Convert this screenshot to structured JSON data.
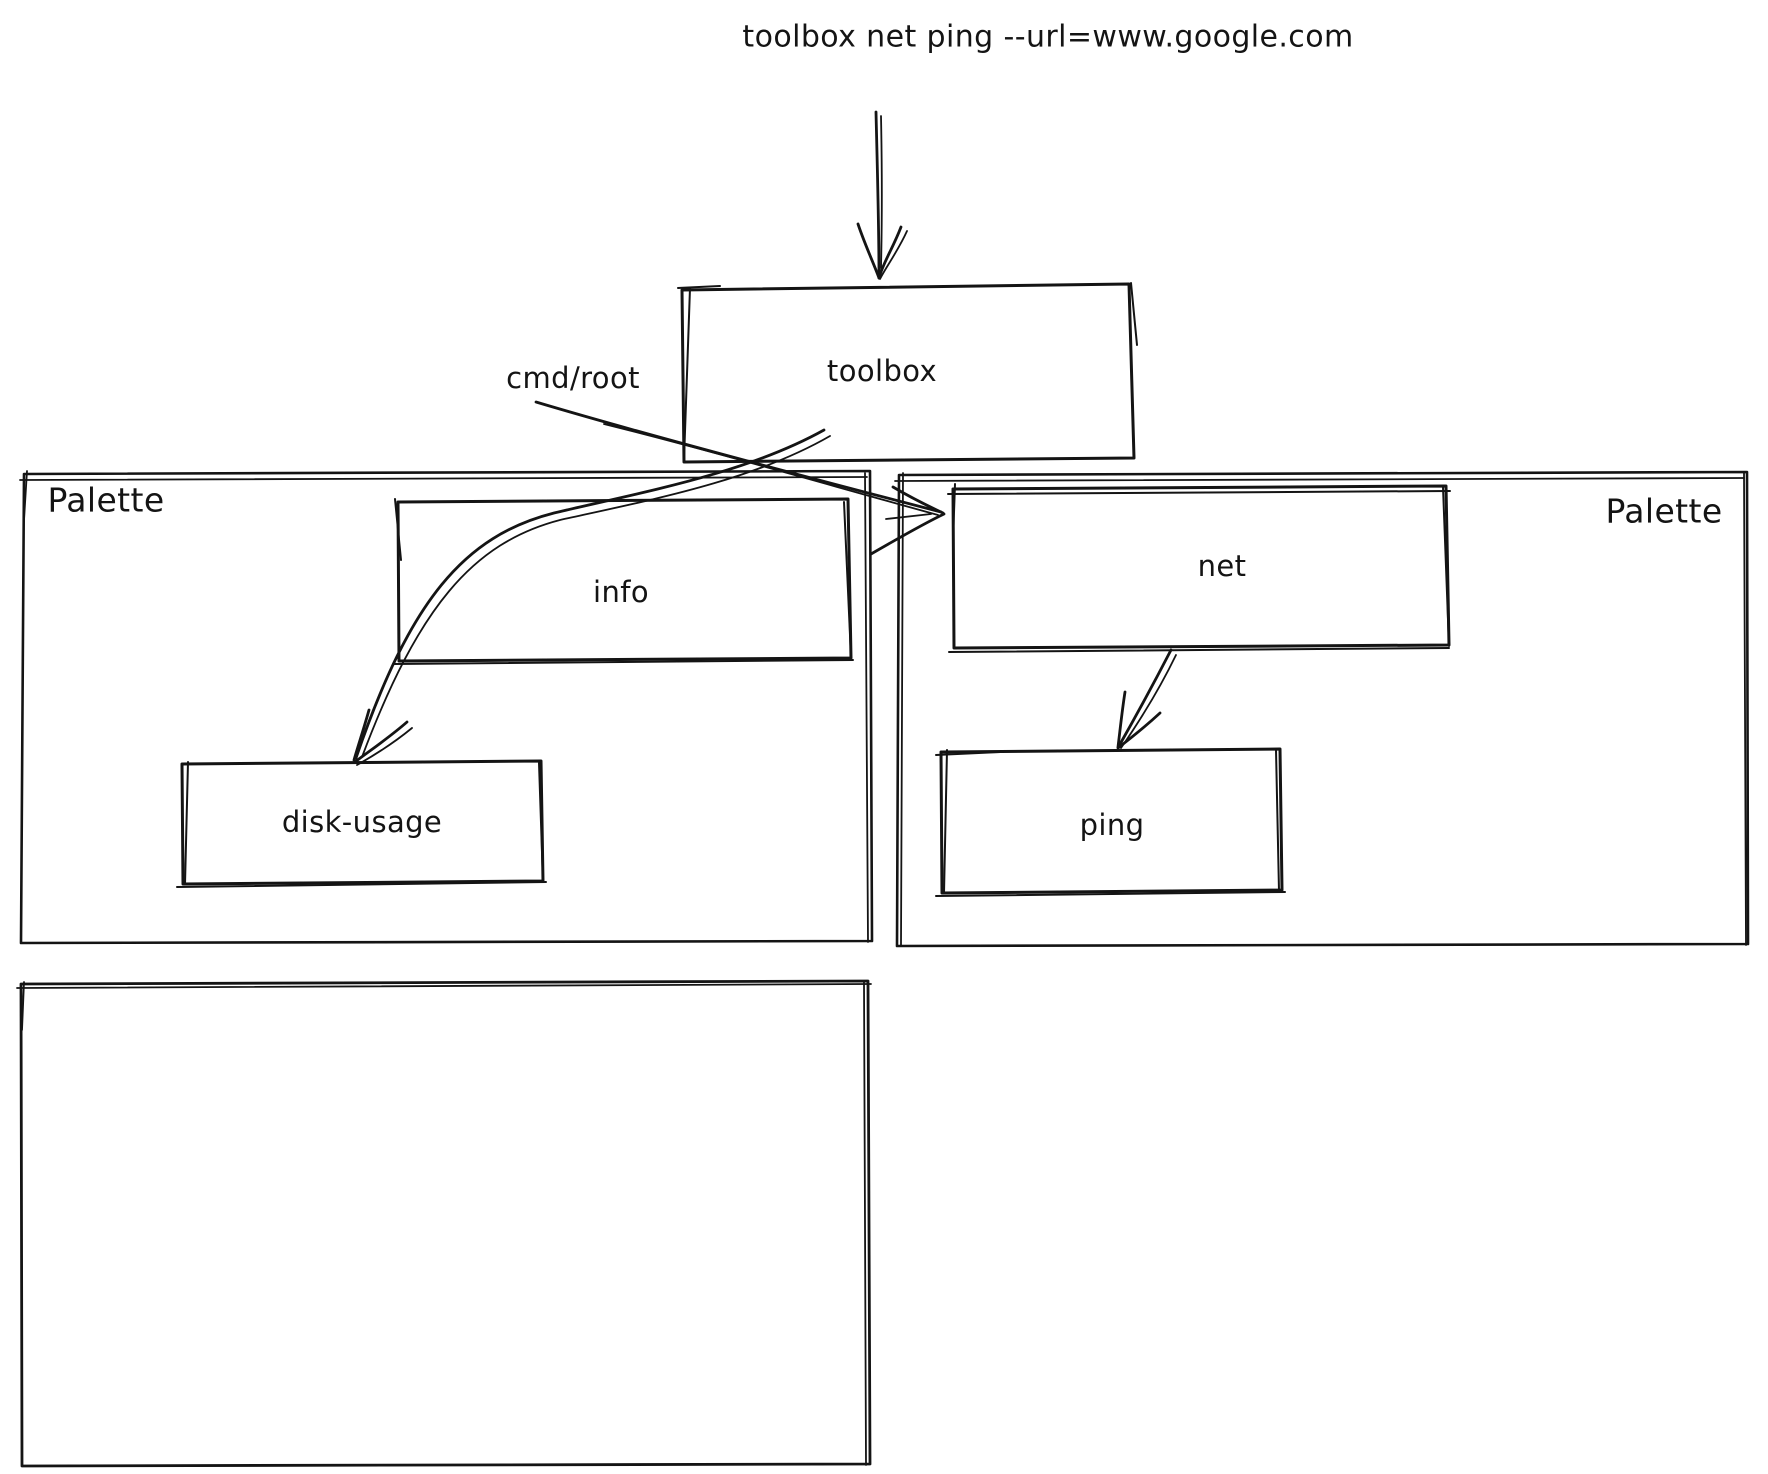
{
  "colors": {
    "ink": "#141414",
    "background": "#ffffff"
  },
  "diagram": {
    "command_text": "toolbox net ping --url=www.google.com",
    "toolbox_node": "toolbox",
    "left_palette": {
      "title": "Palette",
      "nodes": {
        "info": "info",
        "disk_usage": "disk-usage"
      }
    },
    "right_palette": {
      "title": "Palette",
      "nodes": {
        "net": "net",
        "ping": "ping"
      }
    },
    "edges": [
      {
        "from": "command",
        "to": "toolbox",
        "label": ""
      },
      {
        "from": "toolbox",
        "to": "net",
        "label": "cmd/root"
      },
      {
        "from": "toolbox",
        "to": "disk-usage",
        "label": ""
      },
      {
        "from": "net",
        "to": "ping",
        "label": ""
      }
    ],
    "empty_panel": {
      "label": ""
    }
  }
}
